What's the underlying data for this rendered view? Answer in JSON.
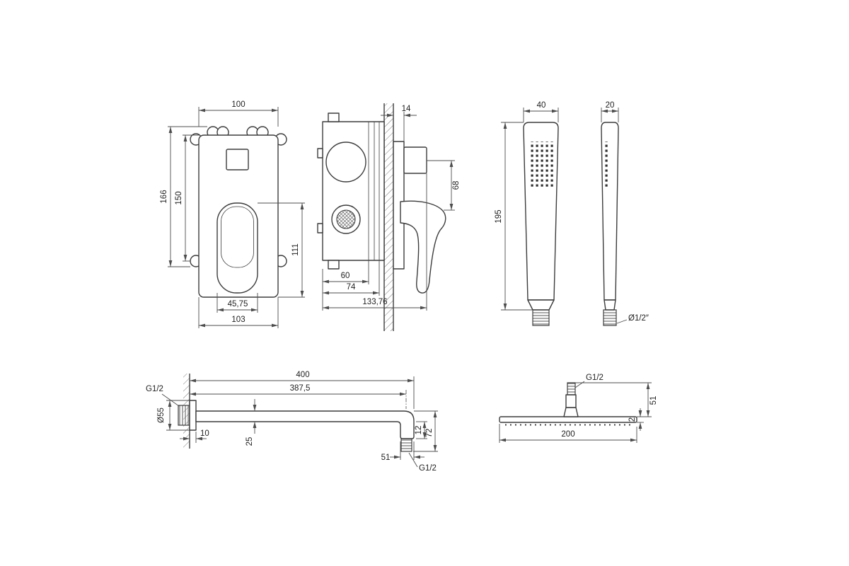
{
  "drawing": {
    "views": {
      "mixer_front": {
        "dims": {
          "top_width": "100",
          "outer_height": "166",
          "inner_height": "150",
          "handle_length": "111",
          "handle_width": "45,75",
          "bottom_width": "103"
        }
      },
      "mixer_side": {
        "dims": {
          "wall_offset": "14",
          "knob_to_handle": "68",
          "body_depth": "60",
          "box_depth": "74",
          "total_depth": "133,76"
        }
      },
      "handshower": {
        "dims": {
          "front_width": "40",
          "side_width": "20",
          "length": "195",
          "thread": "Ø1/2″"
        }
      },
      "arm": {
        "dims": {
          "wall_thread": "G1/2",
          "flange_diameter": "Ø55",
          "flange_depth": "10",
          "total_length": "400",
          "to_outlet": "387,5",
          "tube_size": "25",
          "drop_minor": "12",
          "drop_major": "72",
          "end_offset": "51",
          "outlet_thread": "G1/2"
        }
      },
      "head": {
        "dims": {
          "thread": "G1/2",
          "width": "200",
          "thickness": "2",
          "height": "51"
        }
      }
    }
  }
}
